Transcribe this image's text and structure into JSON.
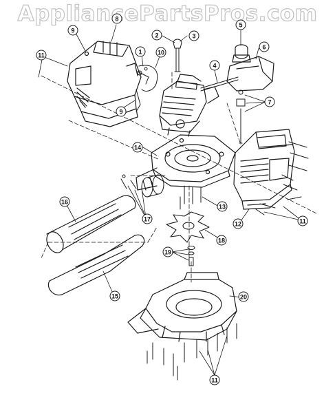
{
  "watermark": "AppliancePartsPros.com",
  "colors": {
    "line": "#1a1a1a",
    "background": "#ffffff",
    "watermark_outline": "#c4c4c4"
  },
  "callouts": [
    {
      "id": "c1",
      "label": "1"
    },
    {
      "id": "c2",
      "label": "2"
    },
    {
      "id": "c3",
      "label": "3"
    },
    {
      "id": "c4",
      "label": "4"
    },
    {
      "id": "c5",
      "label": "5"
    },
    {
      "id": "c6",
      "label": "6"
    },
    {
      "id": "c7",
      "label": "7"
    },
    {
      "id": "c8",
      "label": "8"
    },
    {
      "id": "c9a",
      "label": "9"
    },
    {
      "id": "c9b",
      "label": "9"
    },
    {
      "id": "c10",
      "label": "10"
    },
    {
      "id": "c11a",
      "label": "11"
    },
    {
      "id": "c11b",
      "label": "11"
    },
    {
      "id": "c11c",
      "label": "11"
    },
    {
      "id": "c12",
      "label": "12"
    },
    {
      "id": "c13",
      "label": "13"
    },
    {
      "id": "c14",
      "label": "14"
    },
    {
      "id": "c15",
      "label": "15"
    },
    {
      "id": "c16",
      "label": "16"
    },
    {
      "id": "c17",
      "label": "17"
    },
    {
      "id": "c18",
      "label": "18"
    },
    {
      "id": "c19",
      "label": "19"
    },
    {
      "id": "c20",
      "label": "20"
    }
  ]
}
